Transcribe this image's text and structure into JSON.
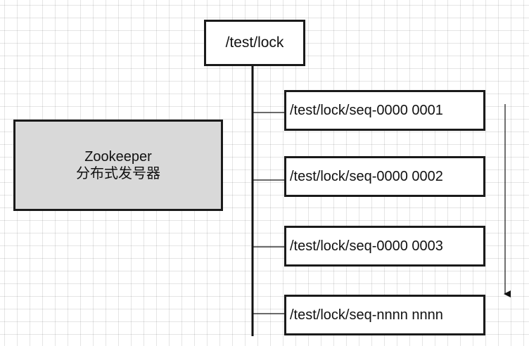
{
  "root_node": {
    "label": "/test/lock"
  },
  "generator": {
    "title": "Zookeeper",
    "subtitle": "分布式发号器"
  },
  "sequence_nodes": [
    {
      "label": "/test/lock/seq-0000 0001"
    },
    {
      "label": "/test/lock/seq-0000 0002"
    },
    {
      "label": "/test/lock/seq-0000 0003"
    },
    {
      "label": "/test/lock/seq-nnnn nnnn"
    }
  ],
  "colors": {
    "line": "#111111",
    "generator_fill": "#d9d9d9",
    "box_fill": "#ffffff",
    "grid": "#e5e5e5"
  }
}
